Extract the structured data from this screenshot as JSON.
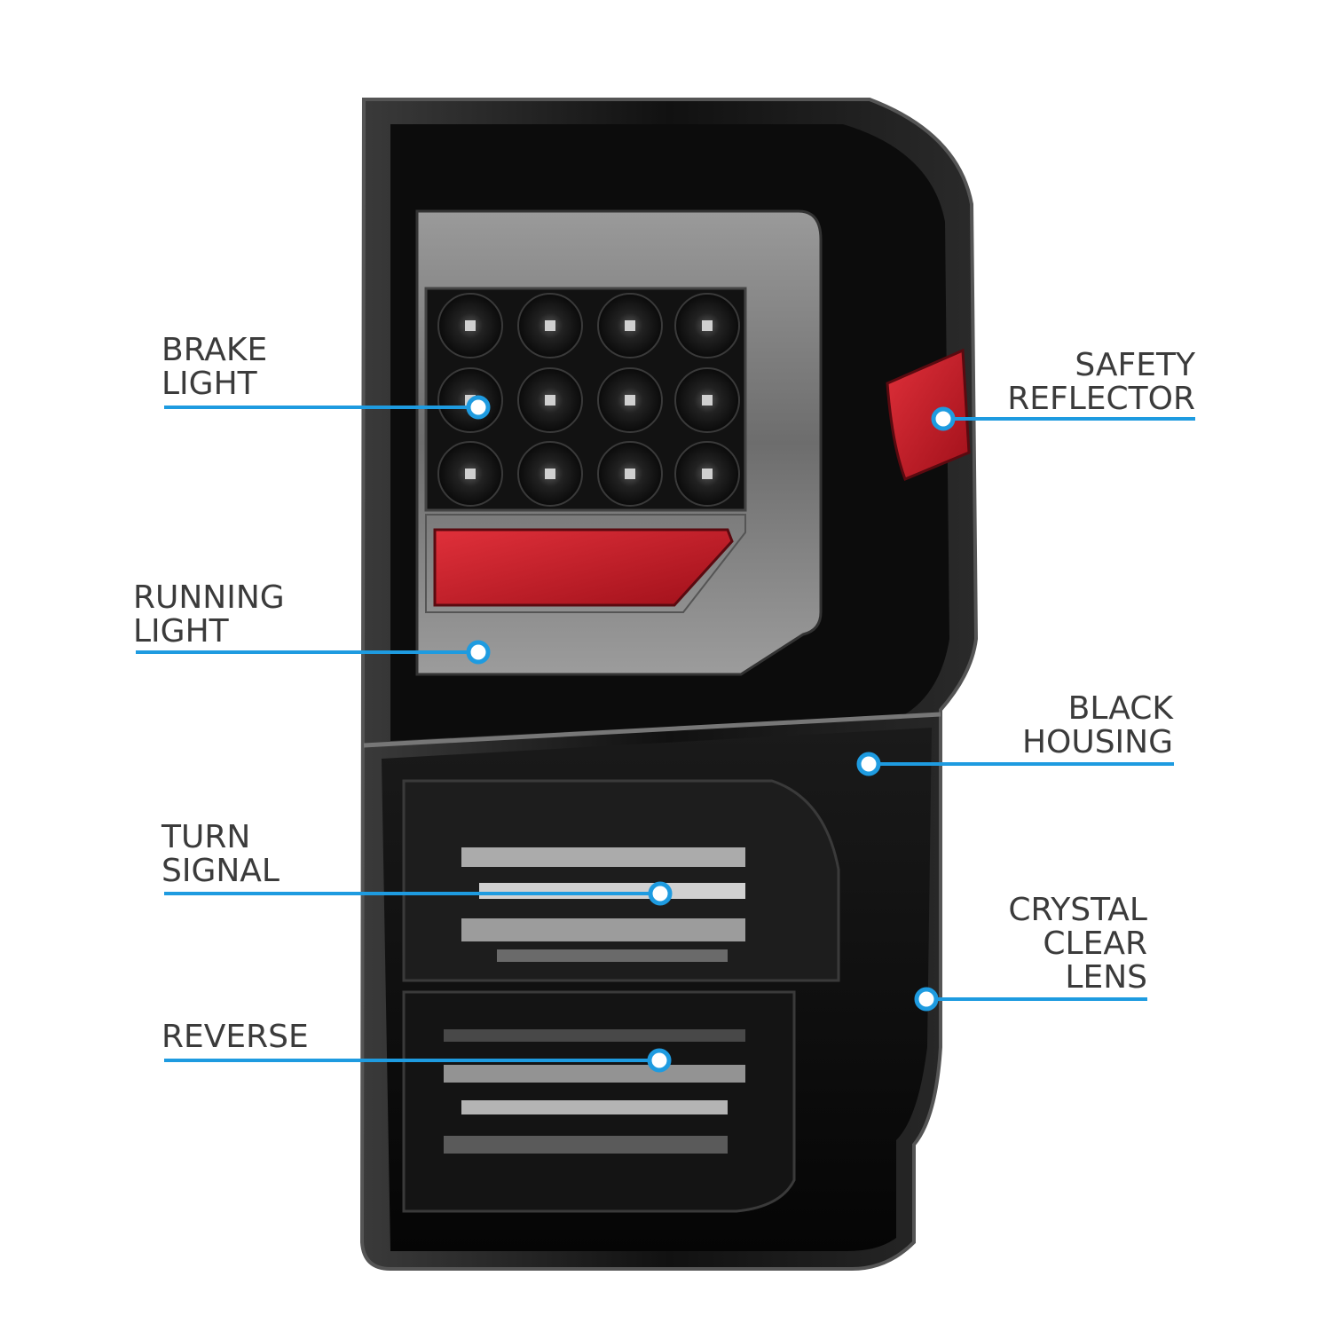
{
  "accent_color": "#1e9be0",
  "callouts": [
    {
      "id": "brake-light",
      "lines": [
        "BRAKE",
        "LIGHT"
      ]
    },
    {
      "id": "running-light",
      "lines": [
        "RUNNING",
        "LIGHT"
      ]
    },
    {
      "id": "turn-signal",
      "lines": [
        "TURN",
        "SIGNAL"
      ]
    },
    {
      "id": "reverse",
      "lines": [
        "REVERSE"
      ]
    },
    {
      "id": "safety-reflector",
      "lines": [
        "SAFETY",
        "REFLECTOR"
      ]
    },
    {
      "id": "black-housing",
      "lines": [
        "BLACK",
        "HOUSING"
      ]
    },
    {
      "id": "crystal-clear-lens",
      "lines": [
        "CRYSTAL",
        "CLEAR",
        "LENS"
      ]
    }
  ]
}
